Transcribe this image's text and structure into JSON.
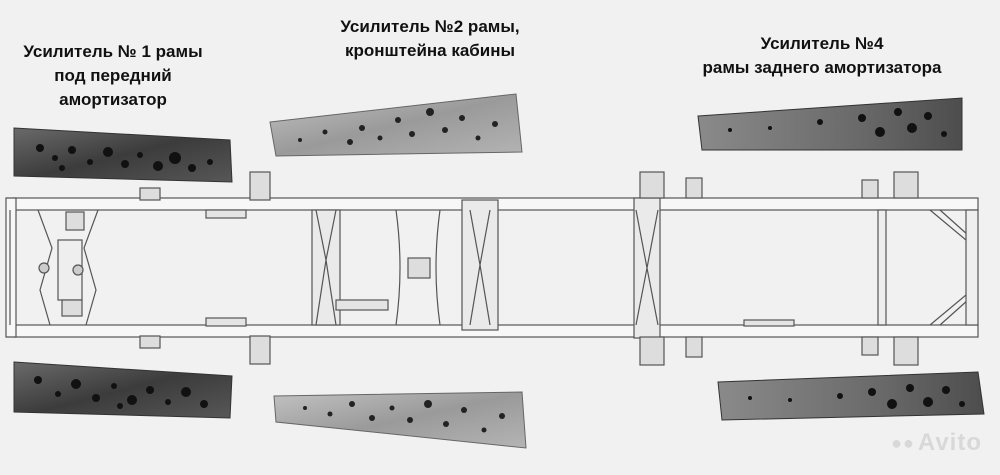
{
  "labels": {
    "reinforcement_1": [
      "Усилитель № 1 рамы",
      "под передний",
      "амортизатор"
    ],
    "reinforcement_2": [
      "Усилитель №2 рамы,",
      "кронштейна кабины"
    ],
    "reinforcement_4": [
      "Усилитель №4",
      "рамы заднего амортизатора"
    ]
  },
  "watermark": "Avito",
  "colors": {
    "background": "#f1f1f1",
    "plate_dark": "#4a4a4a",
    "plate_light": "#a8a8a8",
    "frame_stroke": "#555555",
    "frame_fill": "#f7f7f7"
  }
}
